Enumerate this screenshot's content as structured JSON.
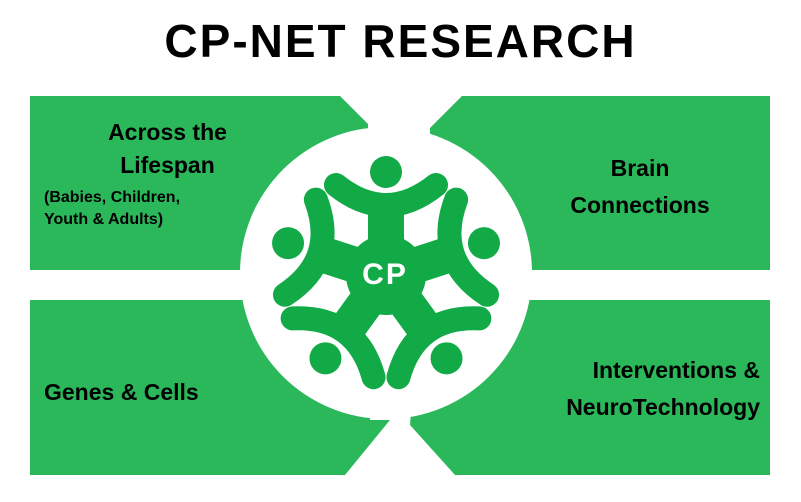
{
  "title": "CP-NET RESEARCH",
  "colors": {
    "panel": "#2bb85b",
    "logo": "#12aa47"
  },
  "logo": {
    "text": "CP",
    "icon": "five-figures-circle-icon"
  },
  "panels": [
    {
      "line1": "Across the",
      "line2": "Lifespan",
      "sub1": "(Babies, Children,",
      "sub2": "Youth & Adults)"
    },
    {
      "line1": "Brain",
      "line2": "Connections"
    },
    {
      "line1": "Genes & Cells"
    },
    {
      "line1": "Interventions &",
      "line2": "NeuroTechnology"
    }
  ]
}
